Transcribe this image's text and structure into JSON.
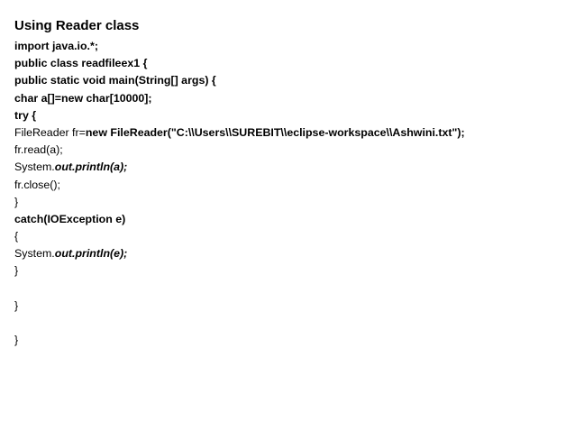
{
  "slide": {
    "title": "Using Reader class",
    "code": {
      "l1": "import java.io.*;",
      "l2": "public class readfileex1 {",
      "l3": "public static void main(String[] args) {",
      "l4": "char a[]=new char[10000];",
      "l5": "try {",
      "l6a": "FileReader fr=",
      "l6b": "new FileReader(\"C:\\\\Users\\\\SUREBIT\\\\eclipse-workspace\\\\Ashwini.txt\");",
      "l7": "fr.read(a);",
      "l8a": "System.",
      "l8b": "out",
      "l8c": ".println(a);",
      "l9": "fr.close();",
      "l10": "}",
      "l11": "catch(IOException e)",
      "l12": "{",
      "l13a": "System.",
      "l13b": "out",
      "l13c": ".println(e);",
      "l14": "}",
      "l15": "}",
      "l16": "}"
    }
  }
}
